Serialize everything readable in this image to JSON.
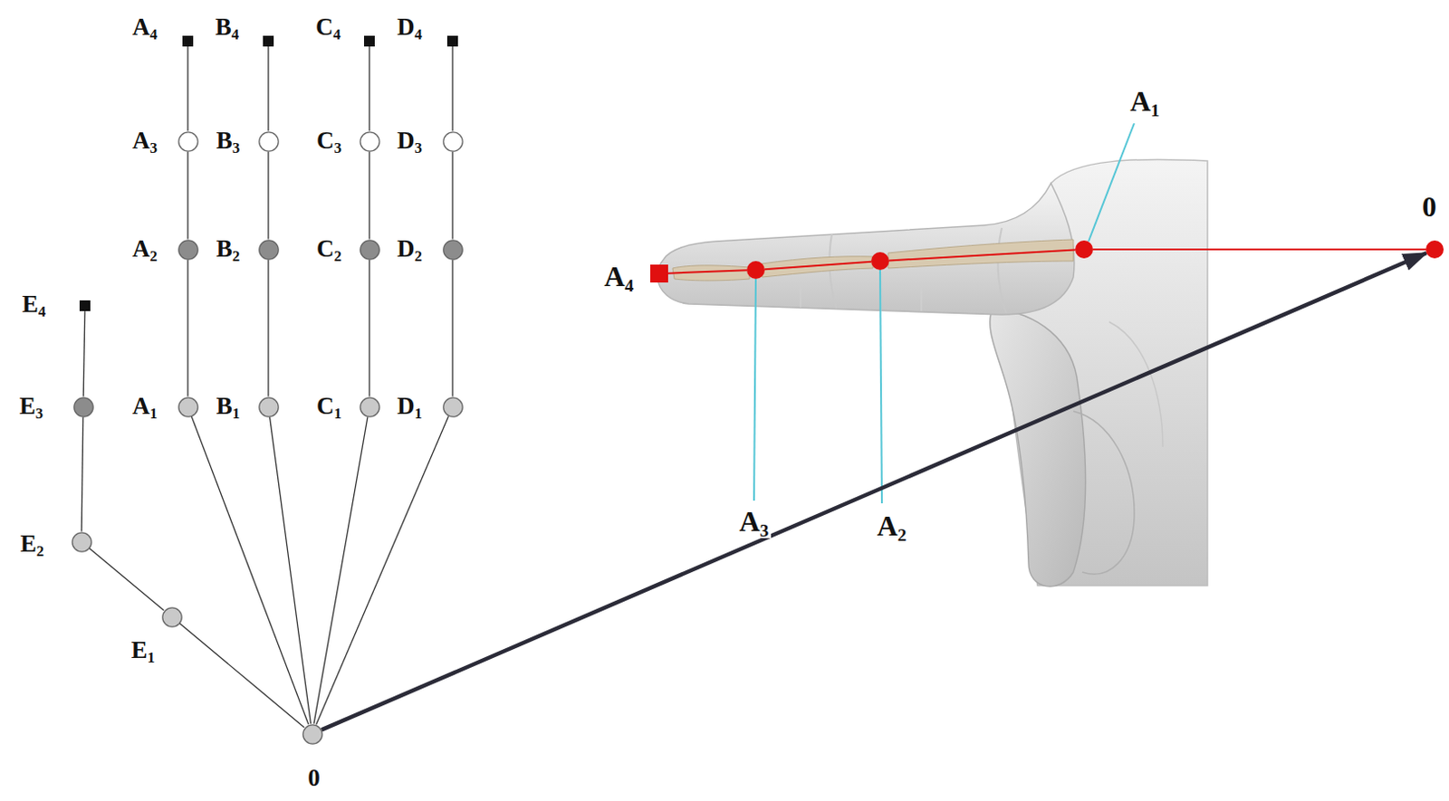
{
  "diagram": {
    "nodes": [
      {
        "text": [
          "A4"
        ]
      },
      {
        "text": [
          "B4"
        ]
      },
      {
        "text": [
          "C4"
        ]
      },
      {
        "text": [
          "D4"
        ]
      },
      {
        "text": [
          "A3"
        ]
      },
      {
        "text": [
          "B3"
        ]
      },
      {
        "text": [
          "C3"
        ]
      },
      {
        "text": [
          "D3"
        ]
      },
      {
        "text": [
          "A2"
        ]
      },
      {
        "text": [
          "B2"
        ]
      },
      {
        "text": [
          "C2"
        ]
      },
      {
        "text": [
          "D2"
        ]
      },
      {
        "text": [
          "E4"
        ]
      },
      {
        "text": [
          "E3"
        ]
      },
      {
        "text": [
          "A1"
        ]
      },
      {
        "text": [
          "B1"
        ]
      },
      {
        "text": [
          "C1"
        ]
      },
      {
        "text": [
          "D1"
        ]
      },
      {
        "text": [
          "E2"
        ]
      },
      {
        "text": [
          "E1"
        ]
      },
      {
        "text": [
          "0"
        ]
      },
      {
        "text": [
          "A4"
        ]
      },
      {
        "text": [
          "A3"
        ]
      },
      {
        "text": [
          "A2"
        ]
      },
      {
        "text": [
          "A1"
        ]
      },
      {
        "text": [
          "0"
        ]
      }
    ],
    "edges": [
      {
        "from": 20,
        "to": 14,
        "arrow": "none"
      },
      {
        "from": 20,
        "to": 15,
        "arrow": "none"
      },
      {
        "from": 20,
        "to": 16,
        "arrow": "none"
      },
      {
        "from": 20,
        "to": 17,
        "arrow": "none"
      },
      {
        "from": 20,
        "to": 19,
        "arrow": "none"
      },
      {
        "from": 19,
        "to": 18,
        "arrow": "none"
      },
      {
        "from": 18,
        "to": 13,
        "arrow": "none"
      },
      {
        "from": 13,
        "to": 12,
        "arrow": "none"
      },
      {
        "from": 14,
        "to": 8,
        "arrow": "none"
      },
      {
        "from": 8,
        "to": 4,
        "arrow": "none"
      },
      {
        "from": 4,
        "to": 0,
        "arrow": "none"
      },
      {
        "from": 15,
        "to": 9,
        "arrow": "none"
      },
      {
        "from": 9,
        "to": 5,
        "arrow": "none"
      },
      {
        "from": 5,
        "to": 1,
        "arrow": "none"
      },
      {
        "from": 16,
        "to": 10,
        "arrow": "none"
      },
      {
        "from": 10,
        "to": 6,
        "arrow": "none"
      },
      {
        "from": 6,
        "to": 2,
        "arrow": "none"
      },
      {
        "from": 17,
        "to": 11,
        "arrow": "none"
      },
      {
        "from": 11,
        "to": 7,
        "arrow": "none"
      },
      {
        "from": 7,
        "to": 3,
        "arrow": "none"
      },
      {
        "from": 21,
        "to": 22,
        "arrow": "none"
      },
      {
        "from": 22,
        "to": 23,
        "arrow": "none"
      },
      {
        "from": 23,
        "to": 24,
        "arrow": "none"
      },
      {
        "from": 24,
        "to": 25,
        "arrow": "none"
      },
      {
        "from": 20,
        "to": 25,
        "arrow": "to"
      }
    ]
  }
}
